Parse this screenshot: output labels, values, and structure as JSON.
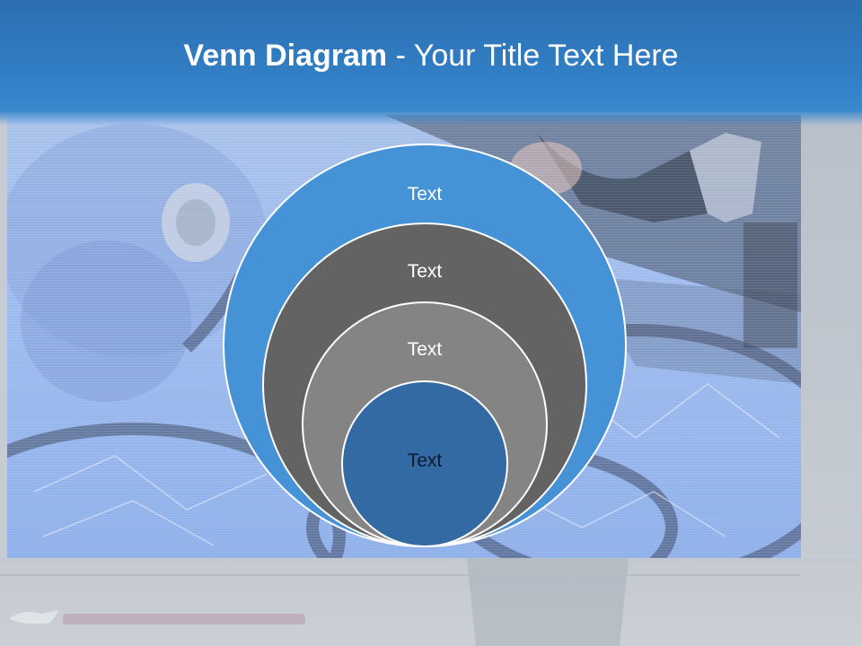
{
  "slide": {
    "title_main": "Venn Diagram",
    "title_rest": " - Your Title Text Here"
  },
  "diagram": {
    "type": "nested-venn",
    "circles": [
      {
        "label": "Text",
        "color": "#4592d6"
      },
      {
        "label": "Text",
        "color": "#636363"
      },
      {
        "label": "Text",
        "color": "#848484"
      },
      {
        "label": "Text",
        "color": "#346aa3"
      }
    ],
    "outline_color": "#ffffff"
  },
  "colors": {
    "header": "#2f79bf",
    "title_text": "#ffffff",
    "background_art": "#9db9ec"
  }
}
